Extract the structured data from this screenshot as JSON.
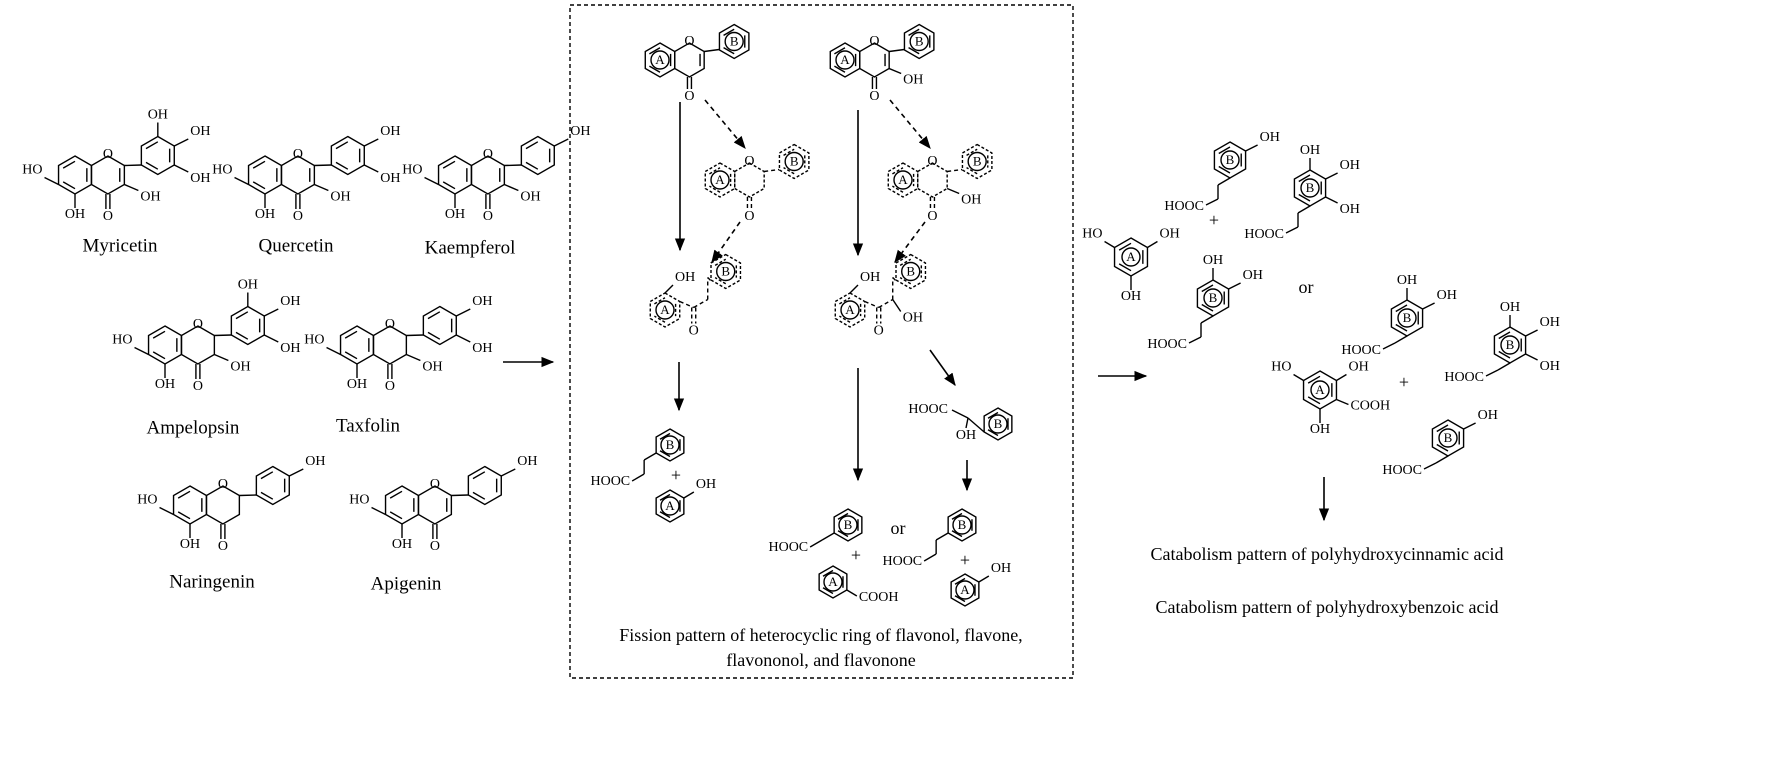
{
  "compounds": {
    "myricetin": "Myricetin",
    "quercetin": "Quercetin",
    "kaempferol": "Kaempferol",
    "ampelopsin": "Ampelopsin",
    "taxfolin": "Taxfolin",
    "naringenin": "Naringenin",
    "apigenin": "Apigenin"
  },
  "atoms": {
    "oh": "OH",
    "ho": "HO",
    "o": "O",
    "hooc": "HOOC",
    "cooh": "COOH"
  },
  "rings": {
    "a": "A",
    "b": "B"
  },
  "symbols": {
    "plus": "+",
    "or": "or"
  },
  "captions": {
    "fission_line1": "Fission pattern of heterocyclic ring of flavonol, flavone,",
    "fission_line2": "flavononol, and flavonone",
    "cinnamic": "Catabolism pattern of polyhydroxycinnamic acid",
    "benzoic": "Catabolism pattern of polyhydroxybenzoic acid"
  }
}
